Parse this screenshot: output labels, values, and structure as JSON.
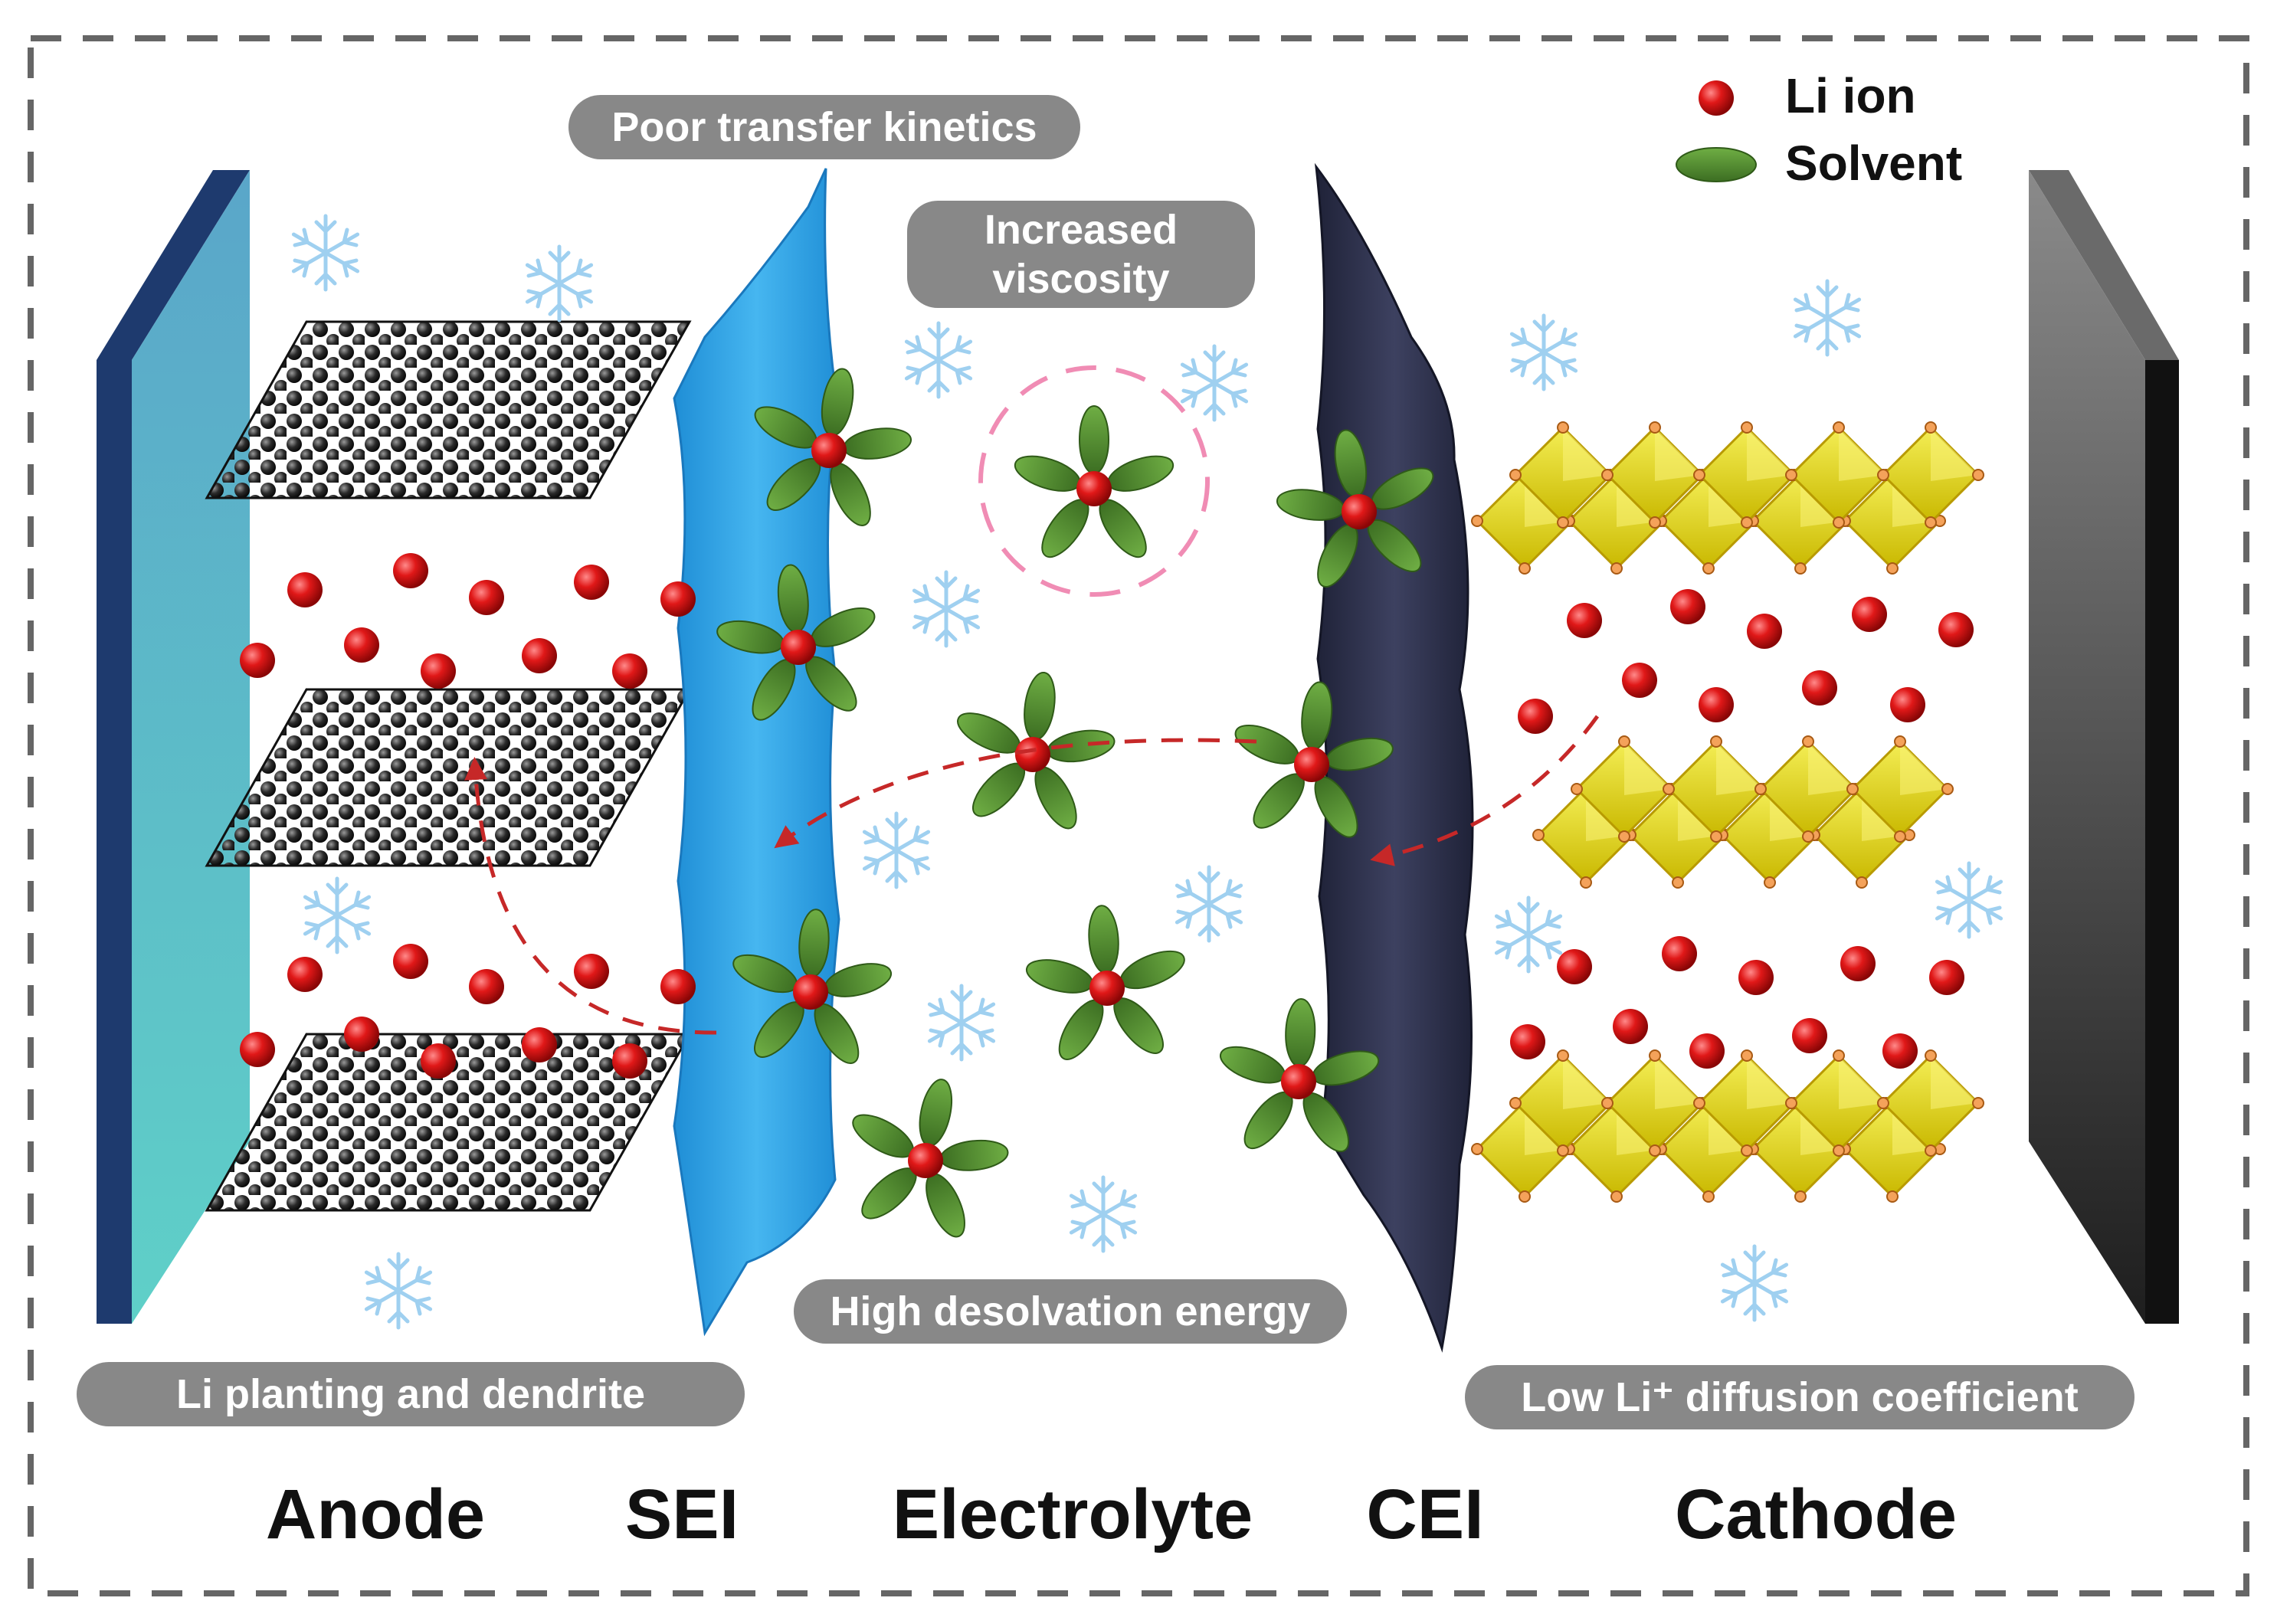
{
  "legend": {
    "li_ion": "Li ion",
    "solvent": "Solvent"
  },
  "callouts": {
    "poor_transfer": "Poor transfer kinetics",
    "viscosity_line1": "Increased",
    "viscosity_line2": "viscosity",
    "desolvation": "High desolvation energy",
    "plating": "Li planting and dendrite",
    "diffusion": "Low Li⁺ diffusion coefficient"
  },
  "regions": {
    "anode": "Anode",
    "sei": "SEI",
    "electrolyte": "Electrolyte",
    "cei": "CEI",
    "cathode": "Cathode"
  },
  "colors": {
    "li_ion": "#e01818",
    "solvent": "#4f8a2e",
    "sei": "#2a9be0",
    "cei": "#2a2d45",
    "anode_plate": "#4fc2c8",
    "cathode_plate": "#3a3a3a",
    "graphite": "#2a2a2a",
    "cathode_crystal": "#e8e21a",
    "callout": "#888888",
    "snowflake": "#9fd0f0",
    "arrow": "#c62828"
  }
}
